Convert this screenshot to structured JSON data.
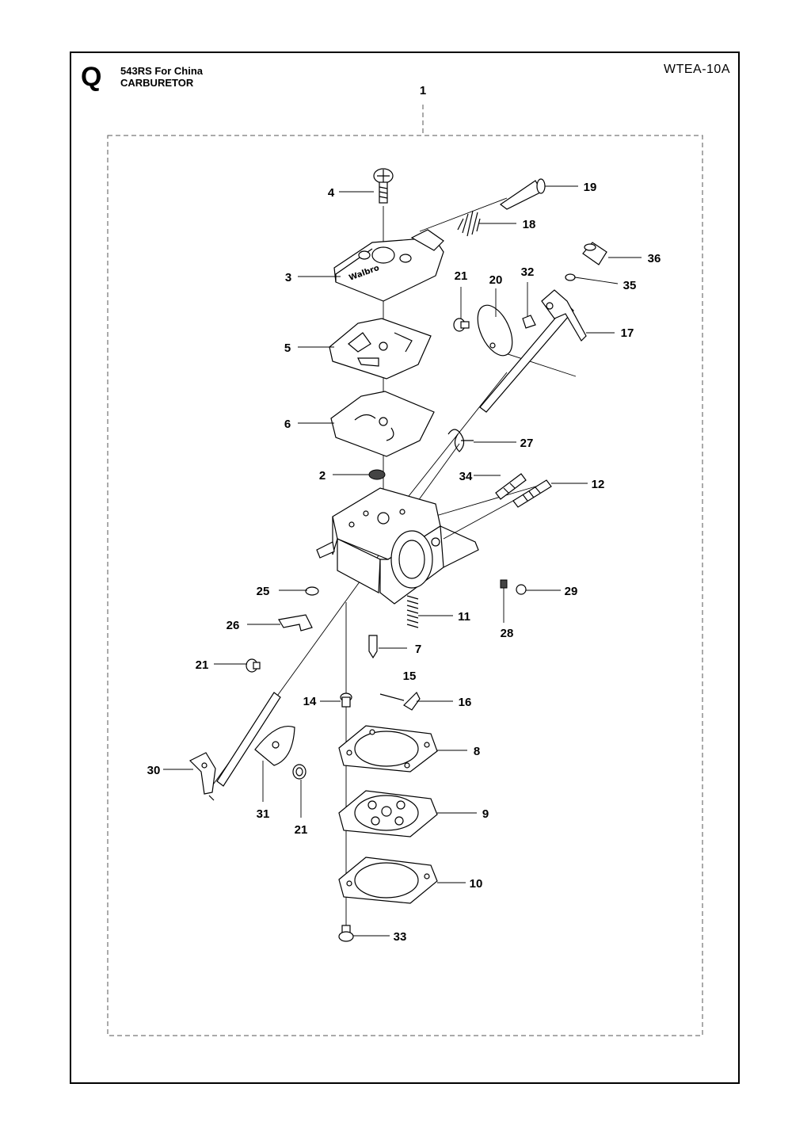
{
  "header": {
    "section_letter": "Q",
    "model": "543RS   For China",
    "title": "CARBURETOR",
    "drawing_code": "WTEA-10A"
  },
  "callouts": {
    "c1": "1",
    "c2": "2",
    "c3": "3",
    "c4": "4",
    "c5": "5",
    "c6": "6",
    "c7": "7",
    "c8": "8",
    "c9": "9",
    "c10": "10",
    "c11": "11",
    "c12": "12",
    "c14": "14",
    "c15": "15",
    "c16": "16",
    "c17": "17",
    "c18": "18",
    "c19": "19",
    "c20": "20",
    "c21a": "21",
    "c21b": "21",
    "c21c": "21",
    "c25": "25",
    "c26": "26",
    "c27": "27",
    "c28": "28",
    "c29": "29",
    "c30": "30",
    "c31": "31",
    "c32": "32",
    "c33": "33",
    "c34": "34",
    "c35": "35",
    "c36": "36"
  },
  "cover_stamp": "Walbro",
  "colors": {
    "line": "#000000",
    "background": "#ffffff",
    "dashed_box": "#555555"
  }
}
